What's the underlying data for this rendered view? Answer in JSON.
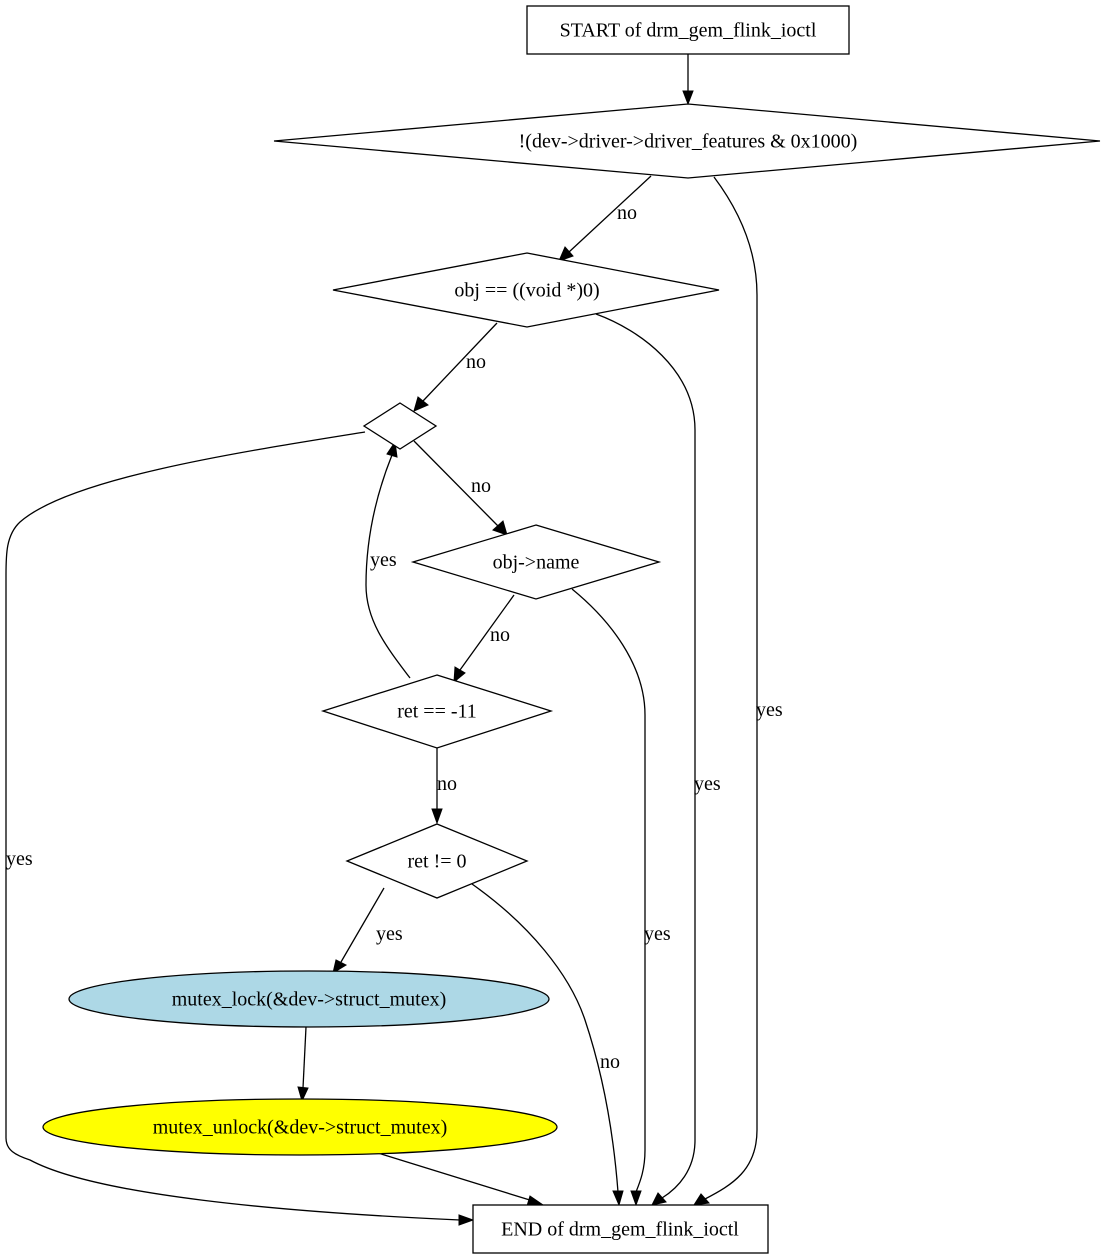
{
  "nodes": {
    "start": {
      "label": "START of drm_gem_flink_ioctl"
    },
    "cond_features": {
      "label": "!(dev->driver->driver_features & 0x1000)"
    },
    "cond_obj_null": {
      "label": "obj == ((void *)0)"
    },
    "cond_loop": {
      "label": ""
    },
    "cond_obj_name": {
      "label": "obj->name"
    },
    "cond_ret_eagain": {
      "label": "ret == -11"
    },
    "cond_ret_nonzero": {
      "label": "ret != 0"
    },
    "call_mutex_lock": {
      "label": "mutex_lock(&dev->struct_mutex)",
      "fill": "#add8e6"
    },
    "call_mutex_unlock": {
      "label": "mutex_unlock(&dev->struct_mutex)",
      "fill": "#ffff00"
    },
    "end": {
      "label": "END of drm_gem_flink_ioctl"
    }
  },
  "edges": [
    {
      "id": "e-features-no",
      "from": "cond_features",
      "to": "cond_obj_null",
      "label": "no"
    },
    {
      "id": "e-features-yes",
      "from": "cond_features",
      "to": "end",
      "label": "yes"
    },
    {
      "id": "e-objnull-no",
      "from": "cond_obj_null",
      "to": "cond_loop",
      "label": "no"
    },
    {
      "id": "e-objnull-yes",
      "from": "cond_obj_null",
      "to": "end",
      "label": "yes"
    },
    {
      "id": "e-loop-no",
      "from": "cond_loop",
      "to": "cond_obj_name",
      "label": "no"
    },
    {
      "id": "e-loop-yes",
      "from": "cond_loop",
      "to": "end",
      "label": "yes"
    },
    {
      "id": "e-objname-no",
      "from": "cond_obj_name",
      "to": "cond_ret_eagain",
      "label": "no"
    },
    {
      "id": "e-objname-yes",
      "from": "cond_obj_name",
      "to": "end",
      "label": "yes"
    },
    {
      "id": "e-eagain-yes",
      "from": "cond_ret_eagain",
      "to": "cond_loop",
      "label": "yes"
    },
    {
      "id": "e-eagain-no",
      "from": "cond_ret_eagain",
      "to": "cond_ret_nonzero",
      "label": "no"
    },
    {
      "id": "e-nonzero-yes",
      "from": "cond_ret_nonzero",
      "to": "call_mutex_lock",
      "label": "yes"
    },
    {
      "id": "e-nonzero-no",
      "from": "cond_ret_nonzero",
      "to": "end",
      "label": "no"
    },
    {
      "id": "e-lock-unlock",
      "from": "call_mutex_lock",
      "to": "call_mutex_unlock",
      "label": ""
    },
    {
      "id": "e-unlock-end",
      "from": "call_mutex_unlock",
      "to": "end",
      "label": ""
    }
  ]
}
